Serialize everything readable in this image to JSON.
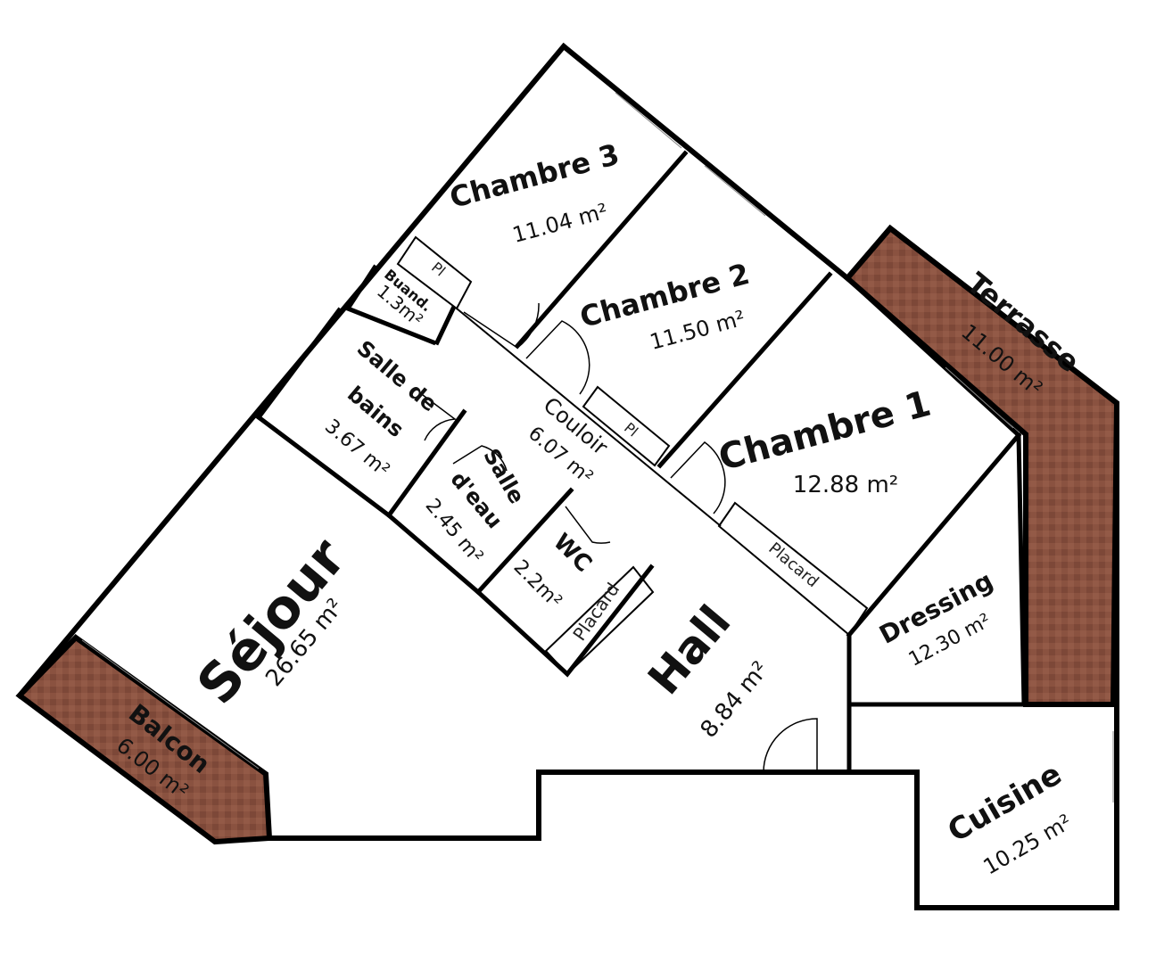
{
  "colors": {
    "outdoor": "#8a5240",
    "wall": "#000000",
    "background": "#ffffff"
  },
  "rooms": {
    "chambre3": {
      "name": "Chambre 3",
      "area": "11.04 m²"
    },
    "chambre2": {
      "name": "Chambre 2",
      "area": "11.50 m²"
    },
    "chambre1": {
      "name": "Chambre 1",
      "area": "12.88 m²"
    },
    "terrasse": {
      "name": "Terrasse",
      "area": "11.00 m²"
    },
    "buand": {
      "name": "Buand.",
      "area": "1.3m²"
    },
    "salle_bains": {
      "name_line1": "Salle de",
      "name_line2": "bains",
      "area": "3.67 m²"
    },
    "couloir": {
      "name": "Couloir",
      "area": "6.07 m²"
    },
    "salle_eau": {
      "name_line1": "Salle",
      "name_line2": "d'eau",
      "area": "2.45 m²"
    },
    "wc": {
      "name": "WC",
      "area": "2.2m²"
    },
    "sejour": {
      "name": "Séjour",
      "area": "26.65 m²"
    },
    "hall": {
      "name": "Hall",
      "area": "8.84 m²"
    },
    "dressing": {
      "name": "Dressing",
      "area": "12.30 m²"
    },
    "cuisine": {
      "name": "Cuisine",
      "area": "10.25 m²"
    },
    "balcon": {
      "name": "Balcon",
      "area": "6.00 m²"
    }
  },
  "closets": {
    "pl_chambre3": "Pl",
    "pl_chambre2": "Pl",
    "placard_chambre1": "Placard",
    "placard_wc": "Placard"
  }
}
